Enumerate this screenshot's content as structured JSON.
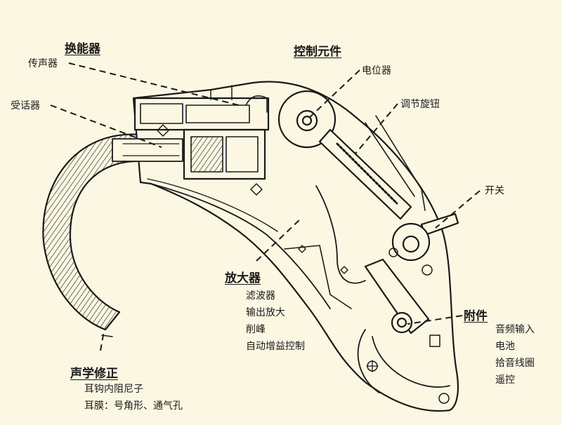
{
  "colors": {
    "background": "#fbf7e2",
    "ink": "#1a1a1a"
  },
  "labels": {
    "transducer": {
      "heading": "换能器",
      "microphone": "传声器",
      "receiver": "受话器"
    },
    "controls": {
      "heading": "控制元件",
      "potentiometer": "电位器",
      "knob": "调节旋钮",
      "switch": "开关"
    },
    "amplifier": {
      "heading": "放大器",
      "items": [
        "滤波器",
        "输出放大",
        "削峰",
        "自动增益控制"
      ]
    },
    "accessories": {
      "heading": "附件",
      "items": [
        "音频输入",
        "电池",
        "拾音线圈",
        "遥控"
      ]
    },
    "acoustic": {
      "heading": "声学修正",
      "items": [
        "耳钩内阻尼子",
        "耳膜：号角形、通气孔"
      ]
    }
  }
}
